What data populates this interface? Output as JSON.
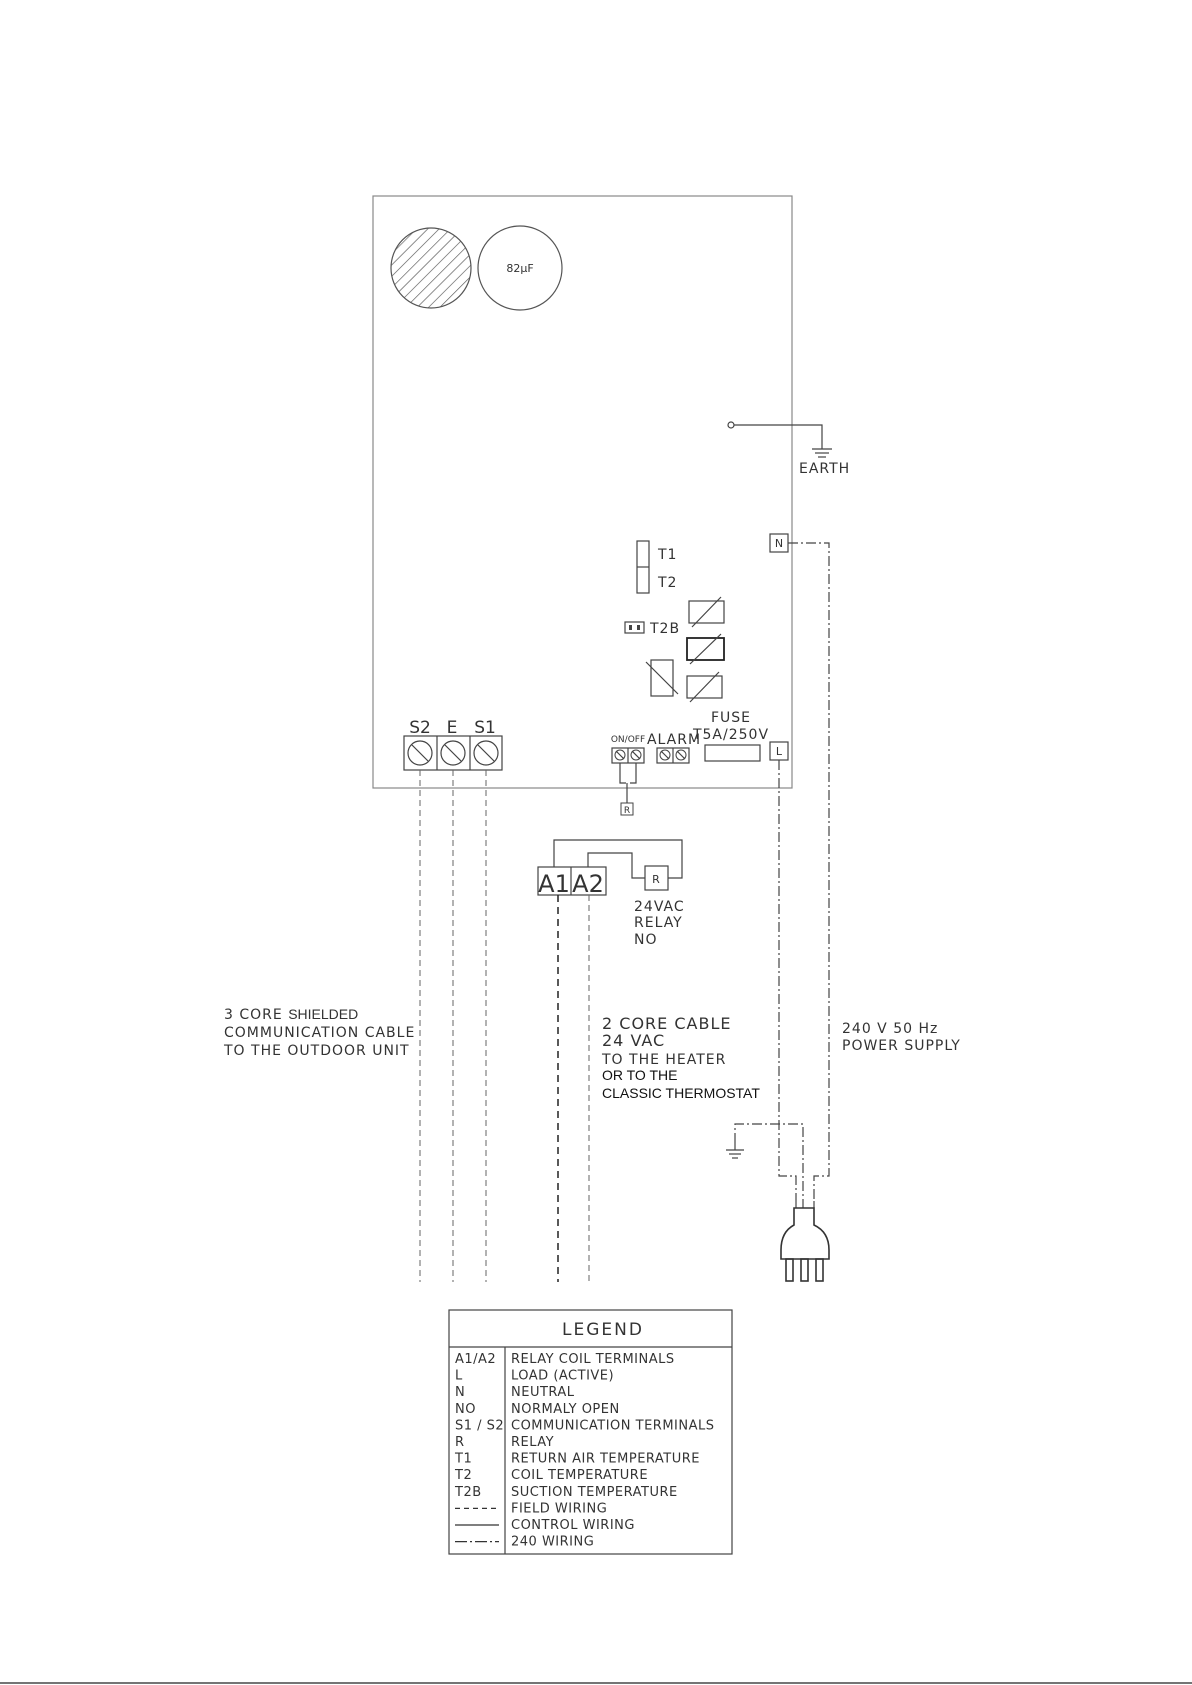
{
  "capacitor": {
    "value": "82μF"
  },
  "earth": {
    "label": "EARTH"
  },
  "terminals": {
    "n": "N",
    "l": "L",
    "t1": "T1",
    "t2": "T2",
    "t2b": "T2B",
    "s2": "S2",
    "e": "E",
    "s1": "S1",
    "on_off": "ON/OFF",
    "alarm": "ALARM",
    "fuse": "FUSE",
    "fuse_rating": "T5A/250V",
    "r_small": "R",
    "a1": "A1",
    "a2": "A2",
    "r_relay": "R"
  },
  "relay": {
    "line1": "24VAC",
    "line2": "RELAY",
    "line3": "NO"
  },
  "comm_cable": {
    "line1a": "3 CORE",
    "line1b": "SHIELDED",
    "line2": "COMMUNICATION CABLE",
    "line3": "TO THE OUTDOOR UNIT"
  },
  "two_core_cable": {
    "line1": "2 CORE CABLE",
    "line2": "24 VAC",
    "line3": "TO THE HEATER",
    "line4": "OR TO THE",
    "line5": "CLASSIC THERMOSTAT"
  },
  "power_supply": {
    "line1": "240 V 50 Hz",
    "line2": "POWER SUPPLY"
  },
  "legend": {
    "title": "LEGEND",
    "rows": [
      {
        "key": "A1/A2",
        "desc": "RELAY COIL TERMINALS"
      },
      {
        "key": "L",
        "desc": "LOAD (ACTIVE)"
      },
      {
        "key": "N",
        "desc": "NEUTRAL"
      },
      {
        "key": "NO",
        "desc": "NORMALY OPEN"
      },
      {
        "key": "S1 / S2",
        "desc": "COMMUNICATION TERMINALS"
      },
      {
        "key": "R",
        "desc": "RELAY"
      },
      {
        "key": "T1",
        "desc": "RETURN AIR TEMPERATURE"
      },
      {
        "key": "T2",
        "desc": "COIL TEMPERATURE"
      },
      {
        "key": "T2B",
        "desc": "SUCTION TEMPERATURE"
      },
      {
        "key": "",
        "desc": "FIELD WIRING",
        "line": "dashed"
      },
      {
        "key": "",
        "desc": "CONTROL WIRING",
        "line": "solid"
      },
      {
        "key": "",
        "desc": "240   WIRING",
        "line": "dashdot"
      }
    ]
  }
}
